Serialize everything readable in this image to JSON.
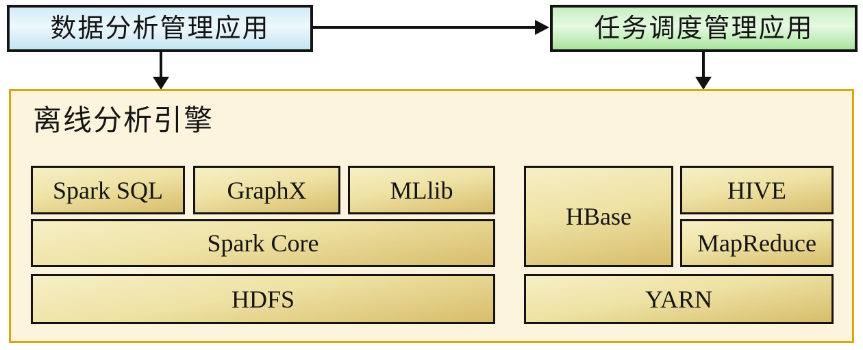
{
  "colors": {
    "blue-top": "#d2ebf6",
    "blue-mid": "#edf8fd",
    "blue-bottom": "#c3e5f2",
    "green-top": "#c6f0bf",
    "green-mid": "#e4f9e1",
    "green-bottom": "#a9e59e",
    "gold-top": "#f7efc6",
    "gold-mid": "#eee2a4",
    "gold-bottom": "#d8bd6c",
    "container-bg": "#fcf4dc",
    "container-border": "#d5a90c",
    "box-border": "#141414",
    "arrow": "#111111"
  },
  "apps": {
    "data_analysis": "数据分析管理应用",
    "task_scheduling": "任务调度管理应用"
  },
  "engine": {
    "title": "离线分析引擎",
    "spark_row": [
      "Spark SQL",
      "GraphX",
      "MLlib"
    ],
    "spark_core": "Spark Core",
    "hdfs": "HDFS",
    "hbase": "HBase",
    "hive": "HIVE",
    "mapreduce": "MapReduce",
    "yarn": "YARN"
  }
}
